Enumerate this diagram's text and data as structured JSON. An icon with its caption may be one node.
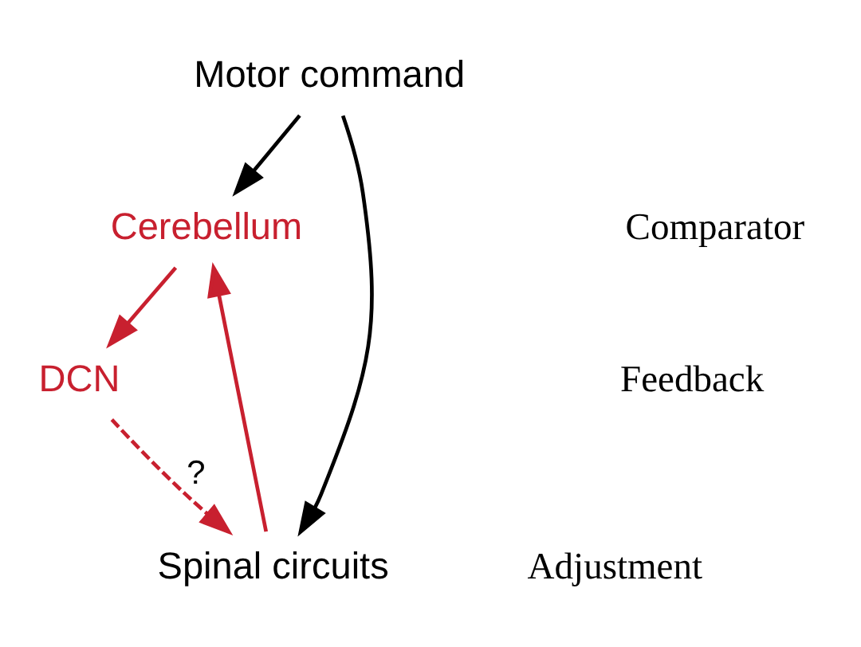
{
  "diagram": {
    "nodes": [
      {
        "text": [
          "Motor command"
        ]
      },
      {
        "text": [
          "Cerebellum"
        ]
      },
      {
        "text": [
          "DCN"
        ]
      },
      {
        "text": [
          "Spinal circuits"
        ]
      }
    ],
    "edges": [
      {
        "from": 0,
        "to": 3,
        "arrow": "to",
        "color": "#000000"
      },
      {
        "from": 0,
        "to": 1,
        "arrow": "to",
        "color": "#000000"
      },
      {
        "from": 1,
        "to": 2,
        "arrow": "to"
      },
      {
        "from": 2,
        "to": 3,
        "arrow": "to",
        "style": "dashed",
        "label": "?"
      },
      {
        "from": 3,
        "to": 1,
        "arrow": "to"
      }
    ],
    "labels": [
      "Comparator",
      "Feedback",
      "Adjustment"
    ]
  }
}
